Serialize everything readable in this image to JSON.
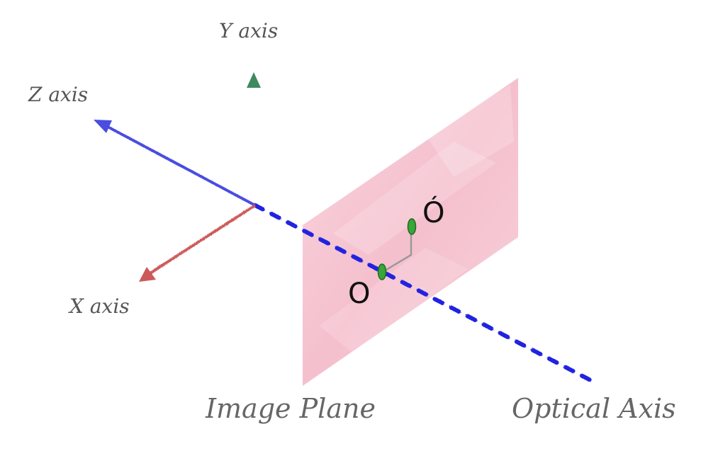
{
  "labels": {
    "y_axis": "Y axis",
    "z_axis": "Z axis",
    "x_axis": "X axis",
    "image_plane": "Image Plane",
    "optical_axis": "Optical Axis",
    "point_o": "O",
    "point_o_prime": "Ó"
  },
  "colors": {
    "y_axis": "#3d8a5f",
    "z_axis": "#4a4de0",
    "x_axis": "#cc5a5a",
    "optical_axis": "#2020e0",
    "image_plane": "#f6c6d2",
    "point_fill": "#3aa53a",
    "point_stroke": "#1d6b1d",
    "connector": "#9a9a9a"
  }
}
